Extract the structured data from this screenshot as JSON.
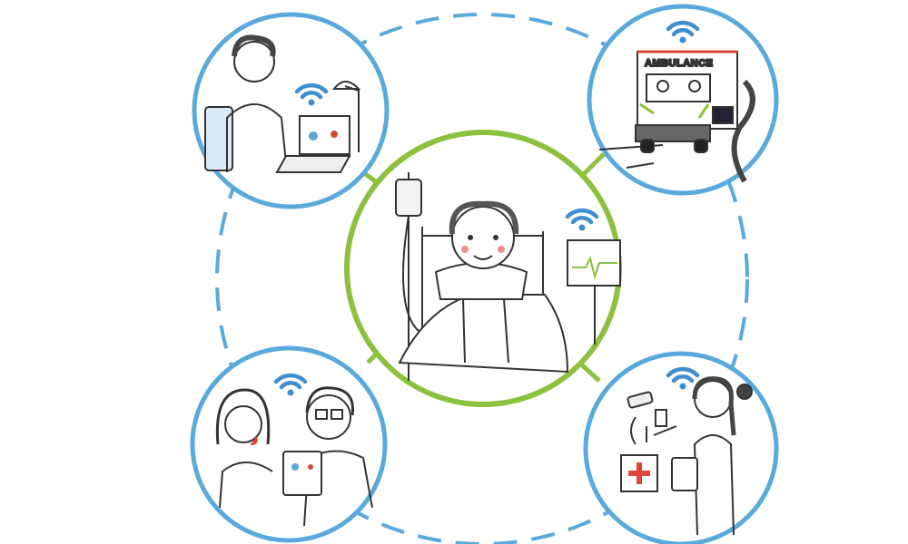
{
  "colors": {
    "ring_blue": "#5aa9dc",
    "hub_green": "#8cc13f",
    "wifi_blue": "#3f8fd0",
    "ink": "#333333",
    "accent_red": "#e0453c"
  },
  "nodes": {
    "center": {
      "icon": "patient-in-bed"
    },
    "top_left": {
      "icon": "doctor-at-laptop"
    },
    "top_right": {
      "icon": "ambulance",
      "vehicle_label": "AMBULANCE"
    },
    "bottom_left": {
      "icon": "family-with-tablet"
    },
    "bottom_right": {
      "icon": "pharmacist"
    }
  }
}
